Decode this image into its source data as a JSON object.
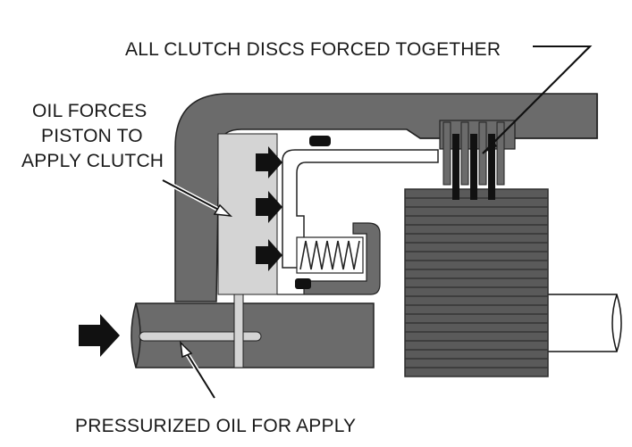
{
  "labels": {
    "discs": "ALL CLUTCH DISCS FORCED TOGETHER",
    "piston_line1": "OIL FORCES",
    "piston_line2": "PISTON TO",
    "piston_line3": "APPLY CLUTCH",
    "oil": "PRESSURIZED OIL FOR APPLY"
  },
  "colors": {
    "housing": "#6b6b6b",
    "housing_dark": "#3a3a3a",
    "oil": "#d4d4d4",
    "piston": "#ffffff",
    "arrow": "#111111",
    "hub": "#5a5a5a",
    "hub_line": "#2e2e2e",
    "spring": "#ffffff"
  }
}
